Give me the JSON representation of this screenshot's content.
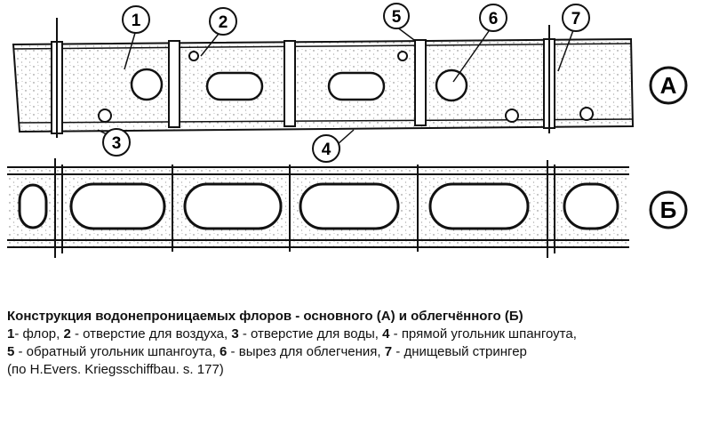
{
  "callouts": [
    "1",
    "2",
    "3",
    "4",
    "5",
    "6",
    "7"
  ],
  "views": {
    "a": "А",
    "b": "Б"
  },
  "caption": {
    "title": "Конструкция водонепроницаемых флоров - основного (А) и облегчённого (Б)",
    "legend": [
      {
        "num": "1",
        "text": "- флор, "
      },
      {
        "num": "2",
        "text": " - отверстие для воздуха, "
      },
      {
        "num": "3",
        "text": " - отверстие для воды, "
      },
      {
        "num": "4",
        "text": " - прямой угольник шпангоута,"
      },
      {
        "num": "5",
        "text": " - обратный угольник шпангоута, "
      },
      {
        "num": "6",
        "text": " - вырез для облегчения, "
      },
      {
        "num": "7",
        "text": " - днищевый стрингер"
      }
    ],
    "source": "(по H.Evers. Kriegsschiffbau. s. 177)"
  }
}
